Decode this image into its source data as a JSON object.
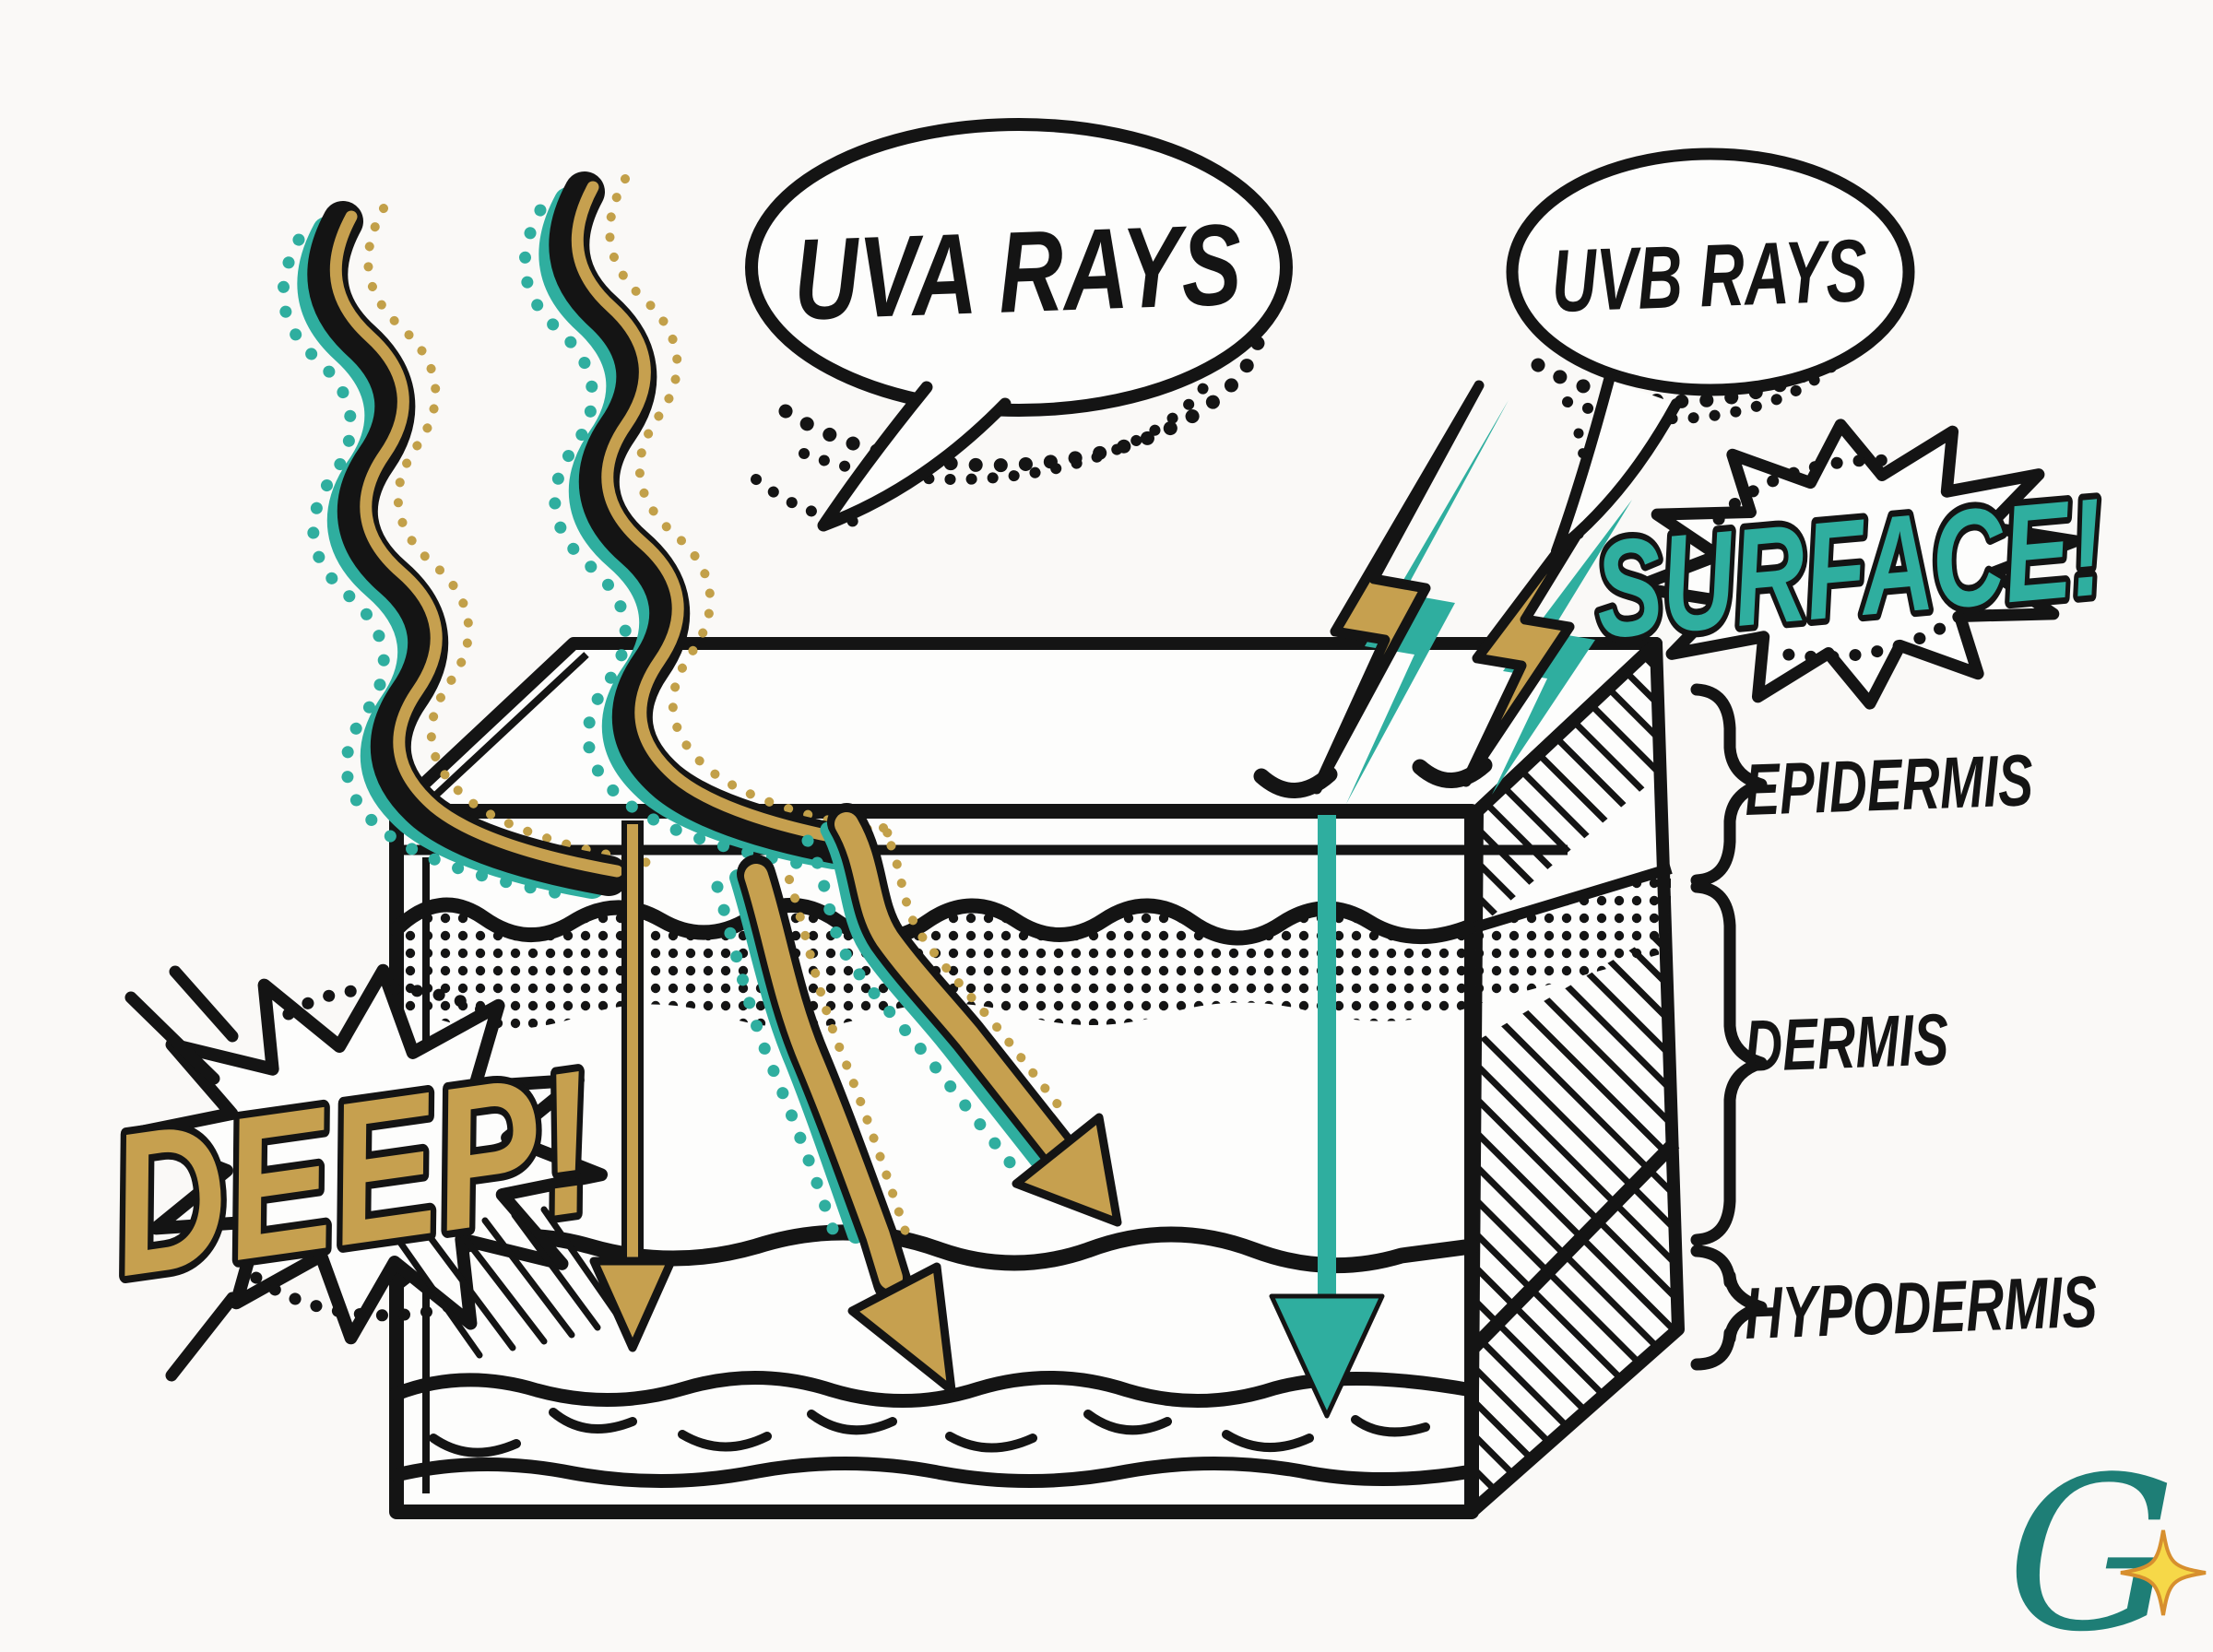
{
  "bubbles": {
    "uva": {
      "label": "UVA RAYS"
    },
    "uvb": {
      "label": "UVB RAYS"
    }
  },
  "callouts": {
    "surface": {
      "label": "SURFACE!"
    },
    "deep": {
      "label": "DEEP!"
    }
  },
  "skin_layers": [
    {
      "label": "EPIDERMIS"
    },
    {
      "label": "DERMIS"
    },
    {
      "label": "HYPODERMIS"
    }
  ],
  "logo": {
    "monogram": "G"
  },
  "colors": {
    "teal": "#2FAE9F",
    "gold": "#C6A04F",
    "ink": "#141414",
    "paper": "#FAF9F7",
    "logo_teal": "#1E7E76",
    "star_gold": "#F6D848"
  },
  "icons": {
    "uva_ray": "wavy-arrow",
    "uvb_ray": "lightning-bolt",
    "deep_arrow": "straight-down-arrow",
    "surface_arrow": "teal-down-arrow",
    "sparkle": "four-point-star",
    "layer_brace": "curly-brace"
  }
}
